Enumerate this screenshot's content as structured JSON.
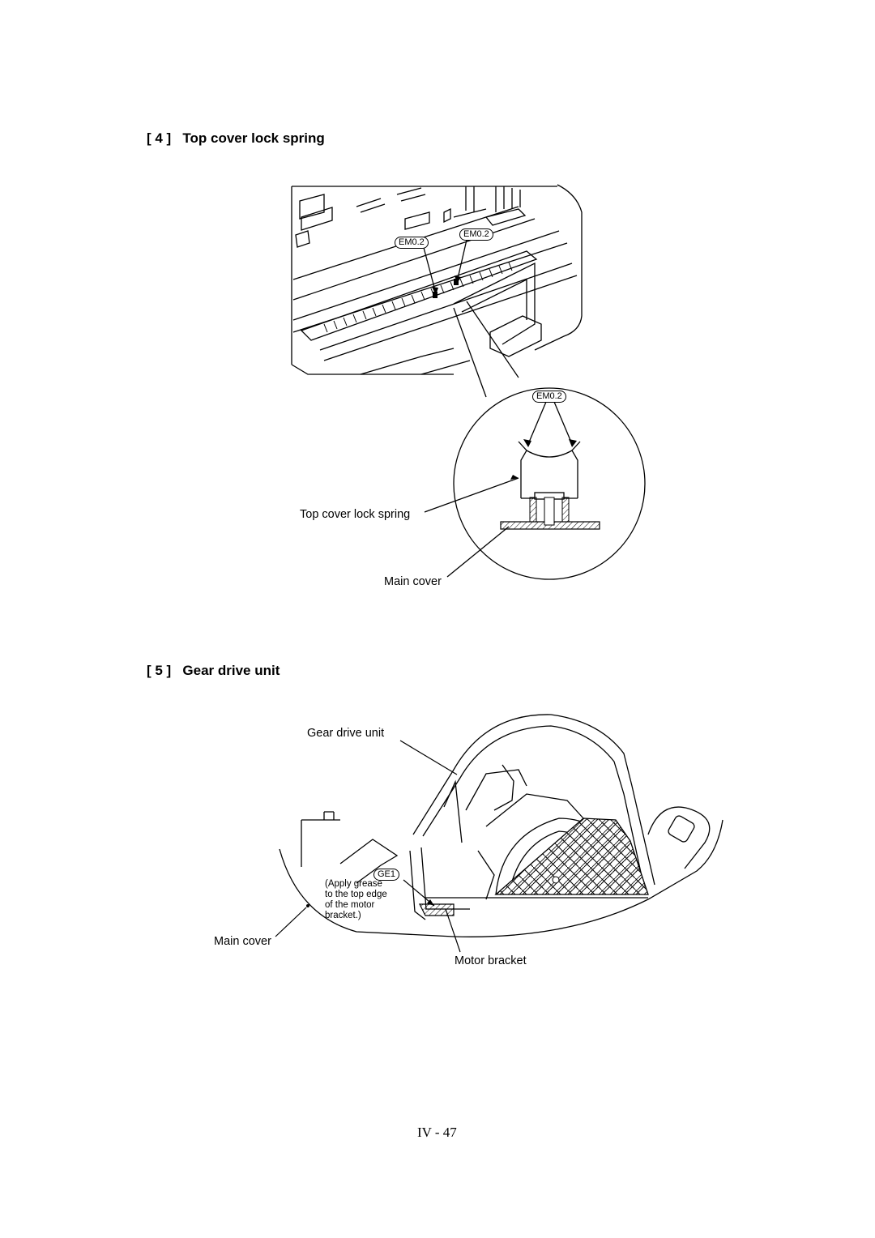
{
  "sections": [
    {
      "heading": "[ 4 ]   Top cover lock spring"
    },
    {
      "heading": "[ 5 ]   Gear drive unit"
    }
  ],
  "figure1": {
    "grease_tags": [
      "EM0.2",
      "EM0.2",
      "EM0.2"
    ],
    "labels": {
      "spring": "Top cover lock spring",
      "cover": "Main cover"
    }
  },
  "figure2": {
    "grease_tag": "GE1",
    "note": "(Apply grease\nto the top edge\nof the motor\nbracket.)",
    "labels": {
      "unit": "Gear drive unit",
      "cover": "Main cover",
      "bracket": "Motor bracket"
    }
  },
  "page_number": "IV - 47"
}
